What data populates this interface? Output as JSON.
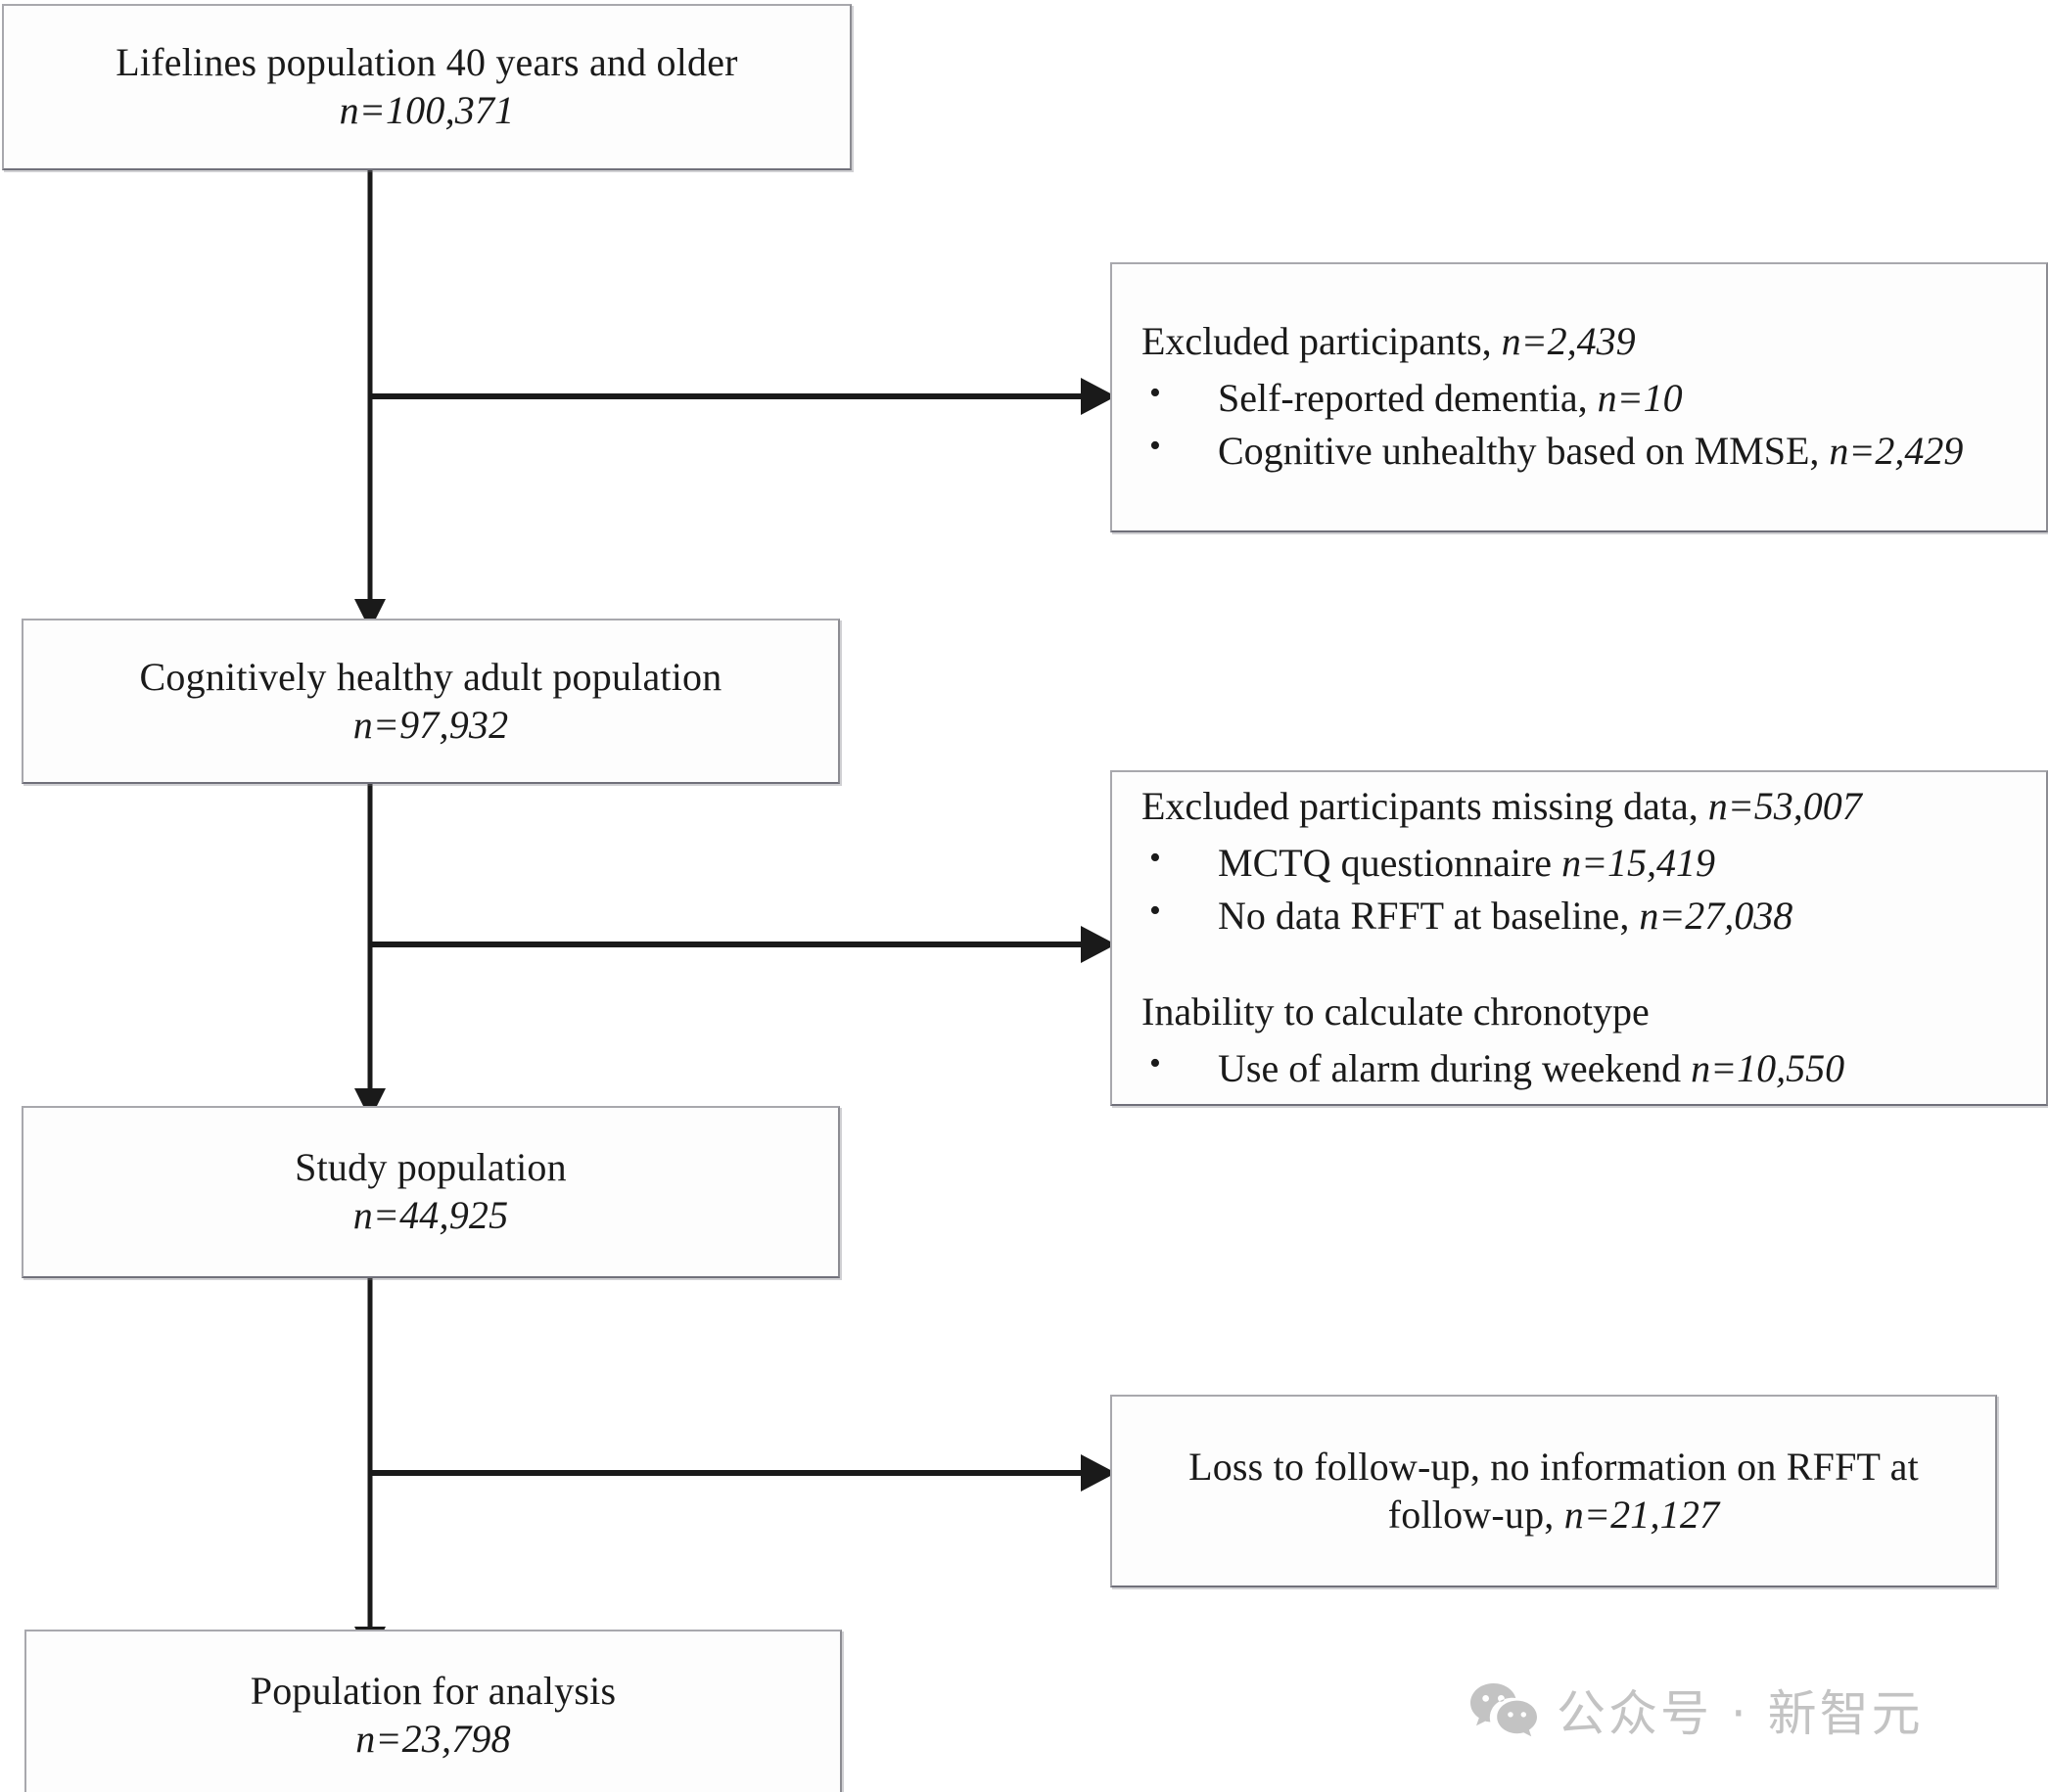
{
  "figure": {
    "type": "flowchart",
    "orientation": "top-to-bottom",
    "description": "Participant selection flow diagram"
  },
  "nodes": {
    "box1": {
      "title": "Lifelines population 40 years and older",
      "count": "n=100,371"
    },
    "box2": {
      "title": "Cognitively healthy adult population",
      "count": "n=97,932"
    },
    "box3": {
      "title": "Study population",
      "count": "n=44,925"
    },
    "box4": {
      "title": "Population for analysis",
      "count": "n=23,798"
    }
  },
  "exclusions": {
    "excl1": {
      "heading_text": "Excluded participants, ",
      "heading_count": "n=2,439",
      "items": [
        {
          "text": "Self-reported dementia, ",
          "count": "n=10"
        },
        {
          "text": "Cognitive unhealthy based on MMSE, ",
          "count": "n=2,429"
        }
      ]
    },
    "excl2": {
      "heading_text": "Excluded participants missing data, ",
      "heading_count": "n=53,007",
      "items": [
        {
          "text": "MCTQ questionnaire  ",
          "count": "n=15,419"
        },
        {
          "text": "No data RFFT at baseline, ",
          "count": "n=27,038"
        }
      ],
      "subheading_text": "Inability to calculate chronotype",
      "sub_items": [
        {
          "text": "Use of alarm during weekend ",
          "count": "n=10,550"
        }
      ]
    },
    "excl3": {
      "line1": "Loss to follow-up, no information on RFFT at",
      "line2_text": "follow-up, ",
      "line2_count": "n=21,127"
    }
  },
  "watermark": {
    "icon": "wechat-icon",
    "text": "公众号 · 新智元",
    "color": "#c3c3c3"
  },
  "style": {
    "box_border": "#a8a8ad",
    "box_fill": "#fdfdfd",
    "connector": "#1a1a1a",
    "text": "#1a1a1a"
  }
}
